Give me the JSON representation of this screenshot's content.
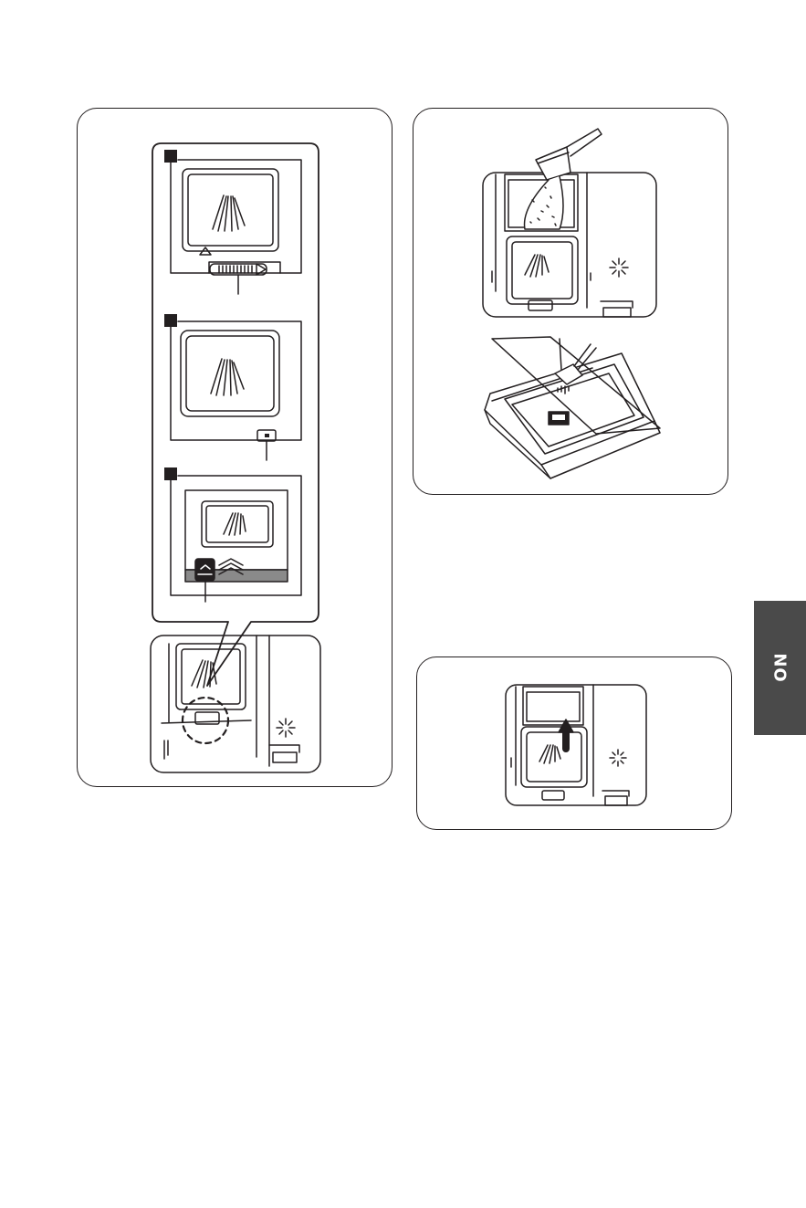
{
  "side_tab": {
    "language_code": "NO"
  },
  "colors": {
    "line": "#231f20",
    "tab_background": "#4a4a4a",
    "tab_text": "#ffffff",
    "band_grey": "#8a8a8a"
  },
  "figures": [
    {
      "id": "detergent-lid-variants",
      "variants": [
        "slider-release",
        "push-button-release",
        "tab-release"
      ]
    },
    {
      "id": "fill-detergent"
    },
    {
      "id": "close-detergent-lid"
    }
  ]
}
